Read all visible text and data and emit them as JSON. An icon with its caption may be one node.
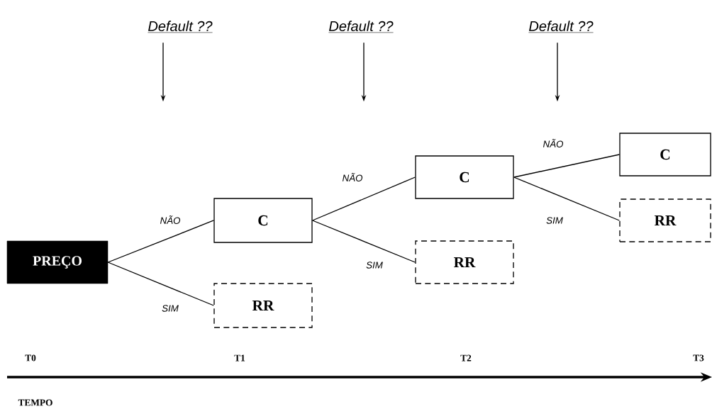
{
  "diagram": {
    "nodes": [
      {
        "text": [
          "PREÇO"
        ]
      },
      {
        "text": [
          "C"
        ]
      },
      {
        "text": [
          "RR"
        ]
      },
      {
        "text": [
          "C"
        ]
      },
      {
        "text": [
          "RR"
        ]
      },
      {
        "text": [
          "C"
        ]
      },
      {
        "text": [
          "RR"
        ]
      },
      {
        "text": [
          "Default ??"
        ]
      },
      {
        "text": [
          "Default ??"
        ]
      },
      {
        "text": [
          "Default ??"
        ]
      }
    ],
    "edges": [
      {
        "from": 0,
        "to": 1,
        "arrow": "none",
        "label": "NÃO"
      },
      {
        "from": 0,
        "to": 2,
        "arrow": "none",
        "label": "SIM"
      },
      {
        "from": 1,
        "to": 3,
        "arrow": "none",
        "label": "NÃO"
      },
      {
        "from": 1,
        "to": 4,
        "arrow": "none",
        "label": "SIM"
      },
      {
        "from": 3,
        "to": 5,
        "arrow": "none",
        "label": "NÃO"
      },
      {
        "from": 3,
        "to": 6,
        "arrow": "none",
        "label": "SIM"
      },
      {
        "from": 7,
        "to": null,
        "arrow": "to"
      },
      {
        "from": 8,
        "to": null,
        "arrow": "to"
      },
      {
        "from": 9,
        "to": null,
        "arrow": "to"
      }
    ],
    "labels": [
      "T0",
      "T1",
      "T2",
      "T3",
      "TEMPO"
    ]
  }
}
